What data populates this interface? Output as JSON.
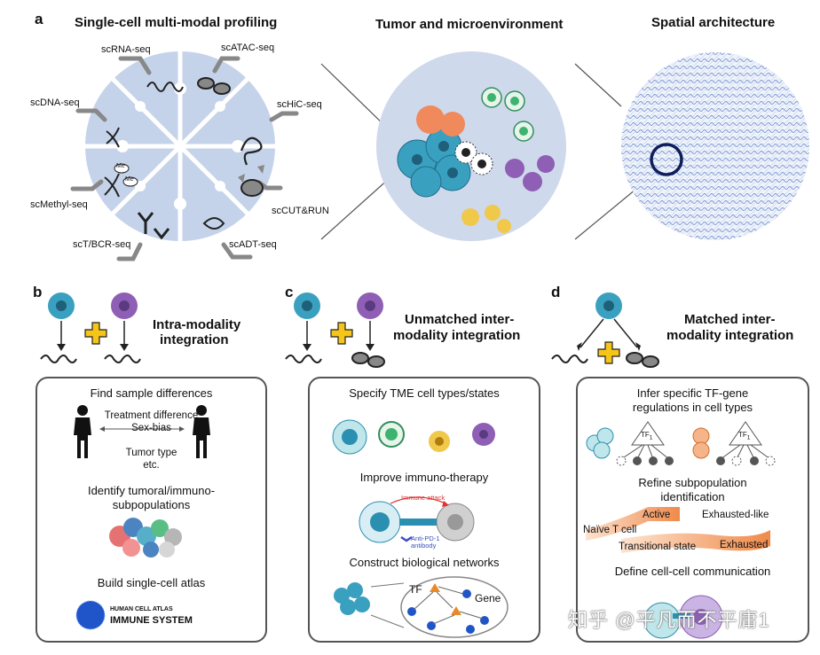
{
  "panel_a": {
    "letter": "a",
    "titles": {
      "profiling": "Single-cell multi-modal profiling",
      "tumor": "Tumor and microenvironment",
      "spatial": "Spatial architecture"
    },
    "modalities": {
      "scrna": "scRNA-seq",
      "scatac": "scATAC-seq",
      "scdna": "scDNA-seq",
      "schic": "scHiC-seq",
      "scmethyl": "scMethyl-seq",
      "sccut": "scCUT&RUN",
      "sctbcr": "scT/BCR-seq",
      "scadt": "scADT-seq"
    },
    "methyl_mark": "Me"
  },
  "panel_b": {
    "letter": "b",
    "heading_line1": "Intra-modality",
    "heading_line2": "integration",
    "items": {
      "find": "Find sample differences",
      "treatment": "Treatment difference",
      "sex": "Sex-bias",
      "tumor_type": "Tumor type",
      "etc": "etc.",
      "identify1": "Identify tumoral/immuno-",
      "identify2": "subpopulations",
      "atlas": "Build single-cell atlas",
      "hca1": "HUMAN CELL ATLAS",
      "hca2": "IMMUNE SYSTEM"
    }
  },
  "panel_c": {
    "letter": "c",
    "heading_line1": "Unmatched inter-",
    "heading_line2": "modality integration",
    "items": {
      "specify": "Specify TME cell types/states",
      "improve": "Improve immuno-therapy",
      "immune_attack": "Immune attack",
      "anti1": "Anti-PD-1",
      "anti2": "antibody",
      "networks": "Construct biological networks",
      "tf": "TF",
      "gene": "Gene"
    }
  },
  "panel_d": {
    "letter": "d",
    "heading_line1": "Matched inter-",
    "heading_line2": "modality integration",
    "items": {
      "infer1": "Infer specific TF-gene",
      "infer2": "regulations in cell types",
      "tf1": "TF",
      "tf1_sub": "1",
      "refine1": "Refine subpopulation",
      "refine2": "identification",
      "active": "Active",
      "exhausted_like": "Exhausted-like",
      "naive": "Naïve T cell",
      "transitional": "Transitional state",
      "exhausted": "Exhausted",
      "comm": "Define cell-cell communication"
    }
  },
  "watermark": "知乎 @平凡而不平庸1",
  "colors": {
    "teal": "#2a8fb0",
    "purple": "#7b5aa6",
    "orange": "#e88a4a",
    "yellow_plus": "#f5c518",
    "lightblue": "#c9d6ea",
    "spatial_blue": "#6f8fcf"
  }
}
